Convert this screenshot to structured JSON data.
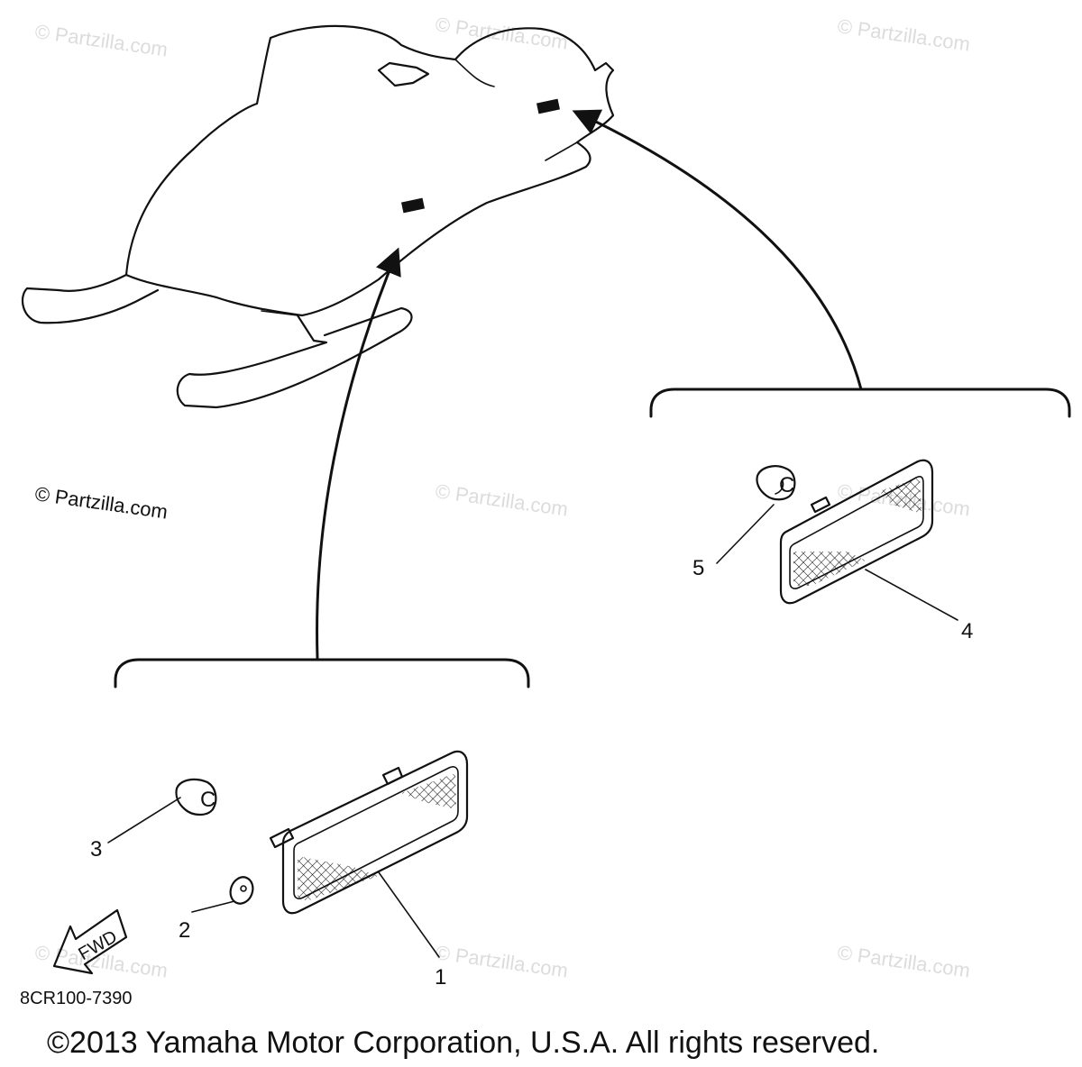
{
  "watermark": "© Partzilla.com",
  "diagram_code": "8CR100-7390",
  "copyright": "©2013 Yamaha Motor Corporation, U.S.A. All rights reserved.",
  "fwd_label": "FWD",
  "callouts": [
    "1",
    "2",
    "3",
    "4",
    "5"
  ],
  "hardware_mark": "C"
}
